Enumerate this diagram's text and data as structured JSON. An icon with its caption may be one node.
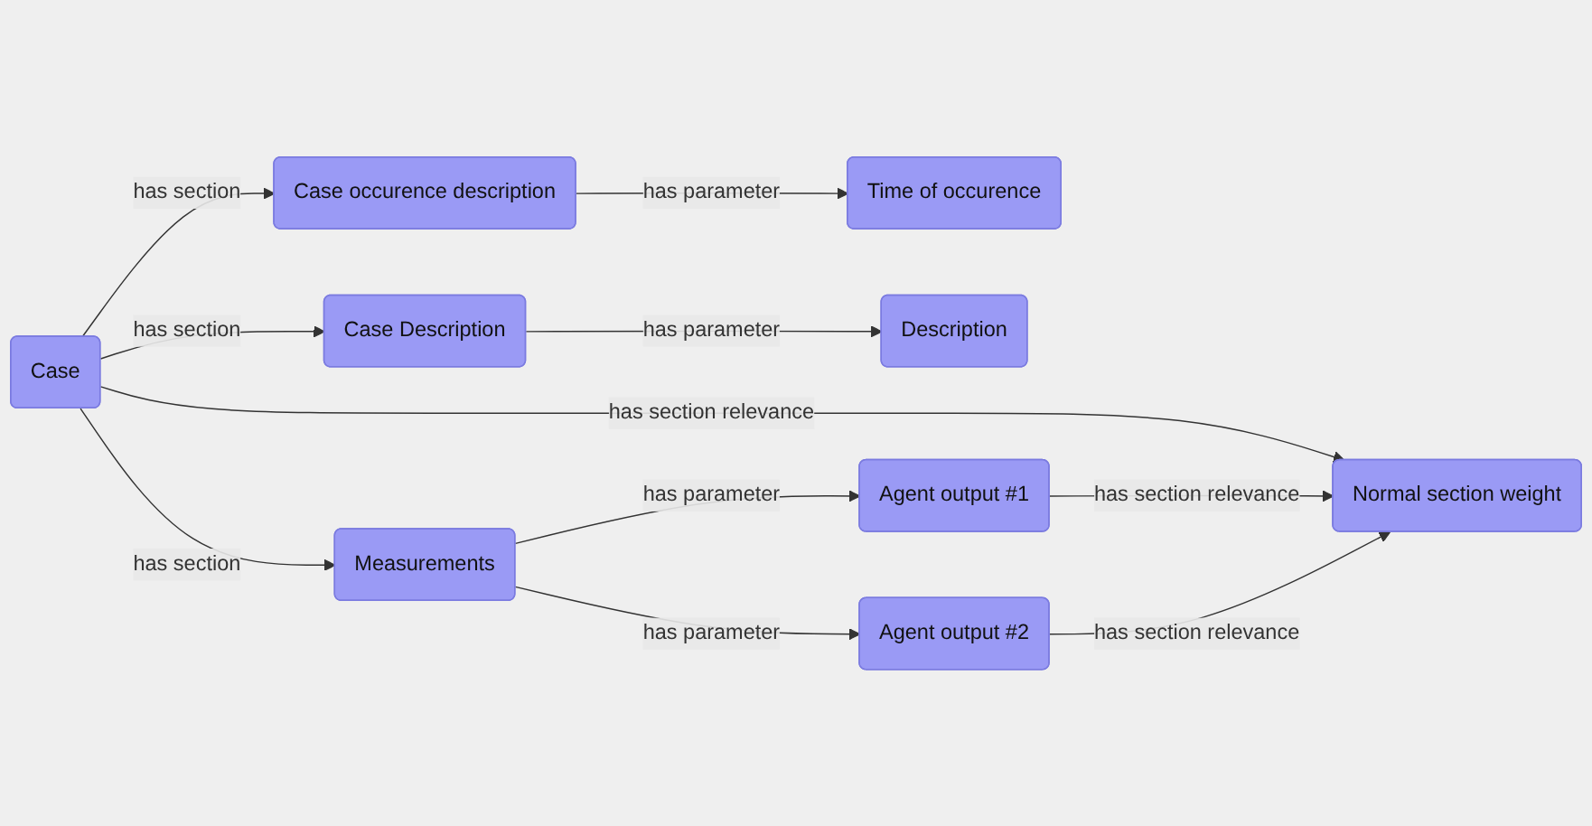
{
  "diagram": {
    "nodes": [
      {
        "text": [
          "Case"
        ]
      },
      {
        "text": [
          "Case occurence description"
        ]
      },
      {
        "text": [
          "Case Description"
        ]
      },
      {
        "text": [
          "Measurements"
        ]
      },
      {
        "text": [
          "Normal section weight"
        ]
      },
      {
        "text": [
          "Time of occurence"
        ]
      },
      {
        "text": [
          "Description"
        ]
      },
      {
        "text": [
          "Agent output #1"
        ]
      },
      {
        "text": [
          "Agent output #2"
        ]
      }
    ],
    "edges": [
      {
        "from": 0,
        "to": 1,
        "arrow": "to",
        "label": "has section"
      },
      {
        "from": 0,
        "to": 2,
        "arrow": "to",
        "label": "has section"
      },
      {
        "from": 0,
        "to": 3,
        "arrow": "to",
        "label": "has section"
      },
      {
        "from": 0,
        "to": 4,
        "arrow": "to",
        "label": "has section relevance"
      },
      {
        "from": 1,
        "to": 5,
        "arrow": "to",
        "label": "has parameter"
      },
      {
        "from": 2,
        "to": 6,
        "arrow": "to",
        "label": "has parameter"
      },
      {
        "from": 3,
        "to": 7,
        "arrow": "to",
        "label": "has parameter"
      },
      {
        "from": 3,
        "to": 8,
        "arrow": "to",
        "label": "has parameter"
      },
      {
        "from": 7,
        "to": 4,
        "arrow": "to",
        "label": "has section relevance"
      },
      {
        "from": 8,
        "to": 4,
        "arrow": "to",
        "label": "has section relevance"
      }
    ]
  }
}
